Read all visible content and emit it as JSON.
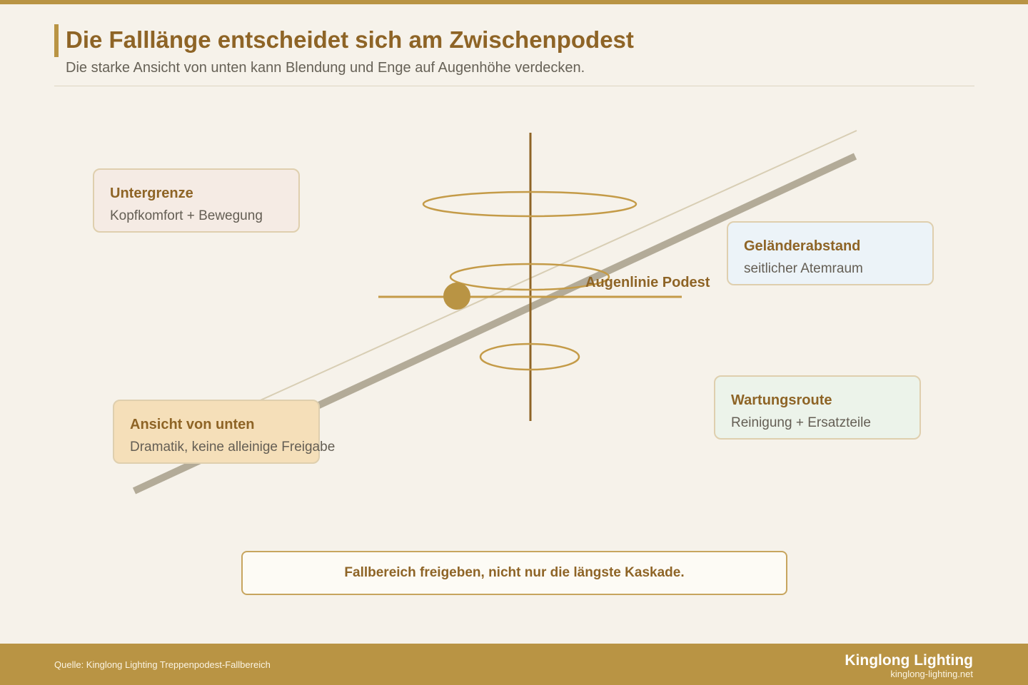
{
  "header": {
    "title": "Die Falllänge entscheidet sich am Zwischenpodest",
    "subtitle": "Die starke Ansicht von unten kann Blendung und Enge auf Augenhöhe verdecken."
  },
  "diagram": {
    "eye_line_label": "Augenlinie Podest",
    "cards": {
      "untergrenze": {
        "title": "Untergrenze",
        "subtitle": "Kopfkomfort + Bewegung"
      },
      "gelaender": {
        "title": "Geländerabstand",
        "subtitle": "seitlicher Atemraum"
      },
      "ansicht": {
        "title": "Ansicht von unten",
        "subtitle": "Dramatik, keine alleinige Freigabe"
      },
      "wartung": {
        "title": "Wartungsroute",
        "subtitle": "Reinigung + Ersatzteile"
      }
    }
  },
  "callout": {
    "text": "Fallbereich freigeben, nicht nur die längste Kaskade."
  },
  "footer": {
    "source": "Quelle: Kinglong Lighting Treppenpodest-Fallbereich",
    "brand": "Kinglong Lighting",
    "url": "kinglong-lighting.net"
  },
  "colors": {
    "accent": "#b99444",
    "title": "#8e6426",
    "background": "#f6f2ea",
    "stair_line": "#b3ab98",
    "handrail_line": "#d8ceb4"
  }
}
